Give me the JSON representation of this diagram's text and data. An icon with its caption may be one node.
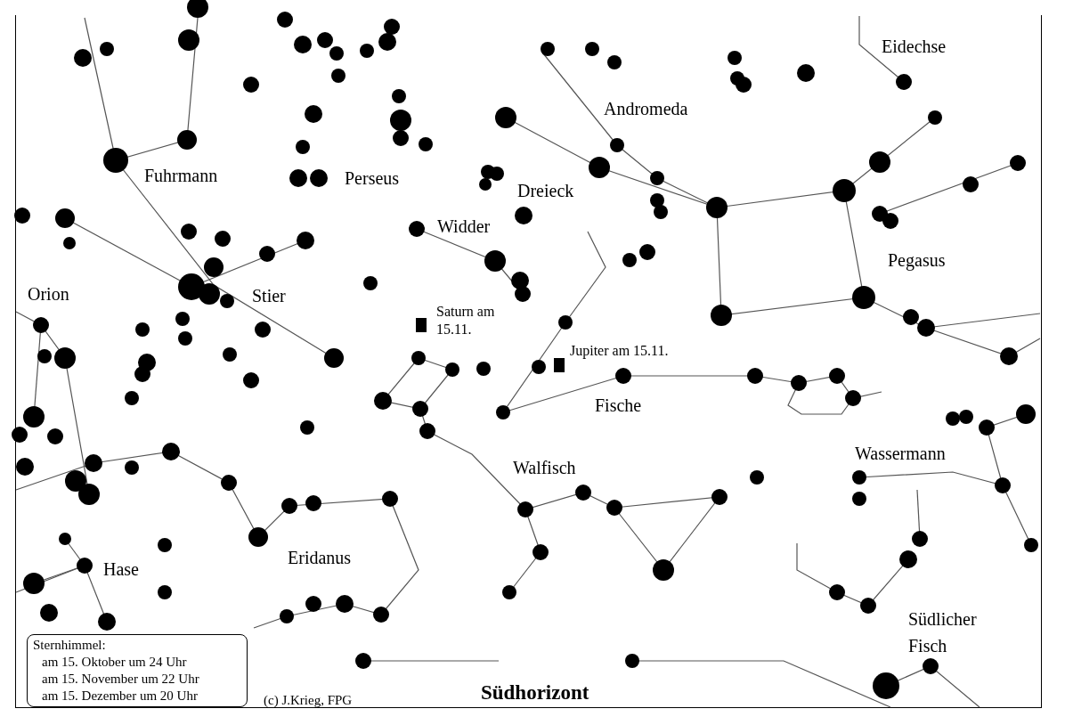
{
  "diagram": {
    "nodes": [
      {
        "text": [
          "Sternhimmel:",
          "am 15. Oktober um 24 Uhr",
          "am 15. November um 22 Uhr",
          "am 15. Dezember um 20 Uhr"
        ]
      }
    ],
    "labels": [
      "Eidechse",
      "Andromeda",
      "Fuhrmann",
      "Perseus",
      "Dreieck",
      "Widder",
      "Pegasus",
      "Orion",
      "Stier",
      "Saturn am 15.11.",
      "Jupiter am 15.11.",
      "Fische",
      "Wassermann",
      "Walfisch",
      "Eridanus",
      "Hase",
      "Südlicher Fisch",
      "(c) J.Krieg, FPG",
      "Südhorizont"
    ]
  }
}
